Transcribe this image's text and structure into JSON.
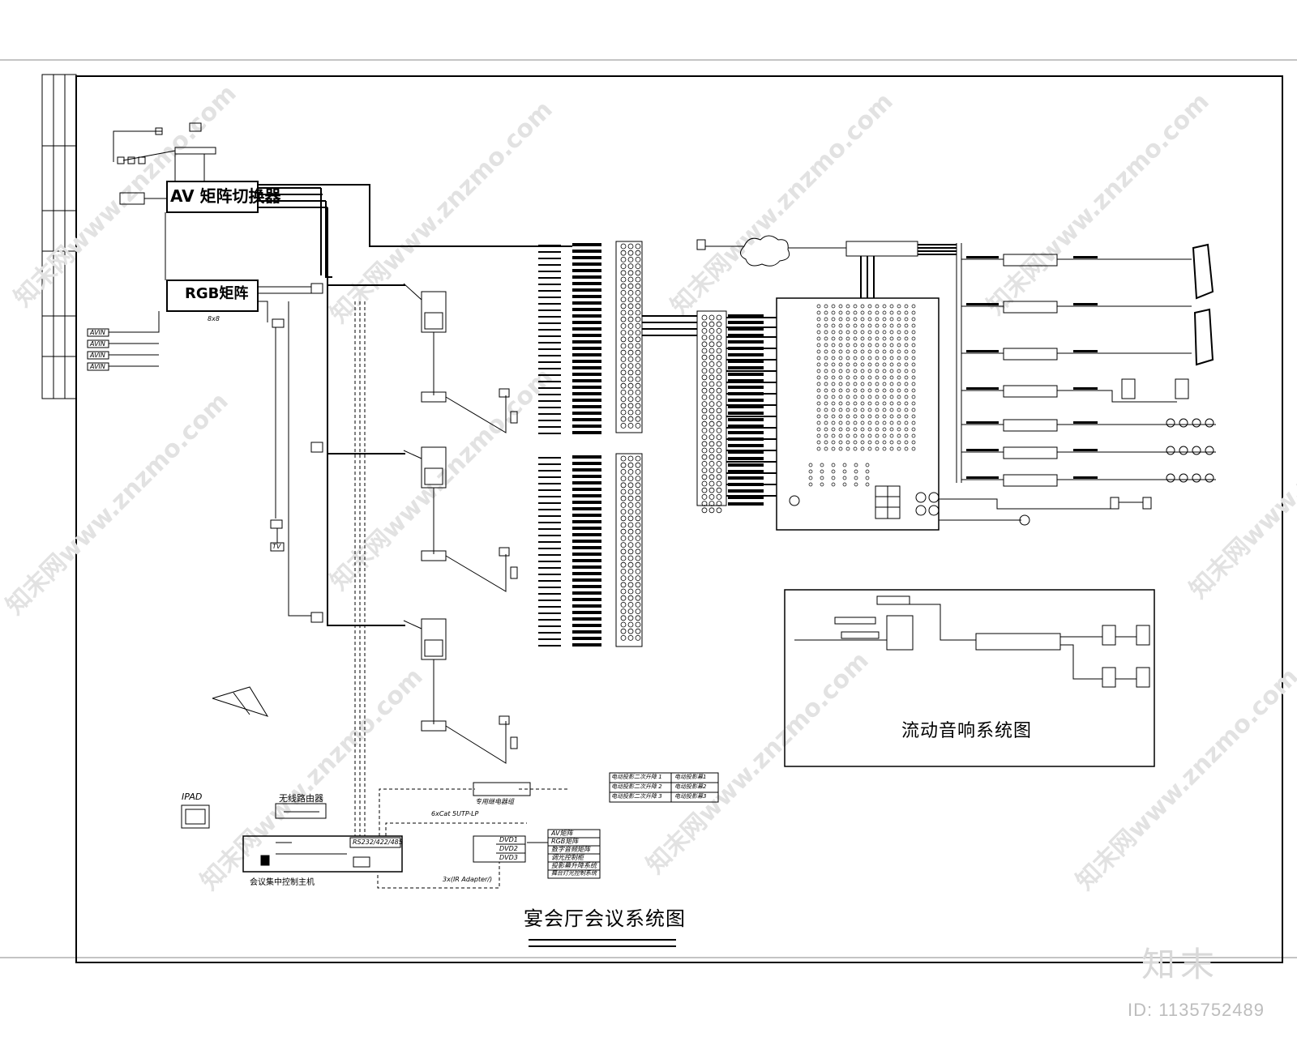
{
  "diagram": {
    "main_title": "宴会厅会议系统图",
    "sub_title": "流动音响系统图",
    "av_matrix_label": "AV 矩阵切换器",
    "rgb_matrix_label": "RGB矩阵",
    "rgb_matrix_tag": "8x8",
    "avin_labels": [
      "AVIN",
      "AVIN",
      "AVIN",
      "AVIN"
    ],
    "tv_label": "TV",
    "ipad_label": "IPAD",
    "router_label": "无线路由器",
    "controller_port_label": "RS232/422/485",
    "controller_label": "会议集中控制主机",
    "cable_label_top": "6xCat 5UTP-LP",
    "cable_label_bottom": "3x(IR Adapter/)",
    "relay_label": "专用继电器组",
    "dvd_labels": [
      "DVD1",
      "DVD2",
      "DVD3"
    ],
    "control_list": [
      "AV矩阵",
      "RGB矩阵",
      "数字音频矩阵",
      "调光控制柜",
      "投影幕升降系统",
      "舞台灯光控制系统"
    ],
    "screen_table": [
      [
        "电动投影二次升降 1",
        "电动投影幕1"
      ],
      [
        "电动投影二次升降 2",
        "电动投影幕2"
      ],
      [
        "电动投影二次升降 3",
        "电动投影幕3"
      ]
    ]
  },
  "watermark": {
    "brand": "知末",
    "id_text": "ID: 1135752489"
  }
}
